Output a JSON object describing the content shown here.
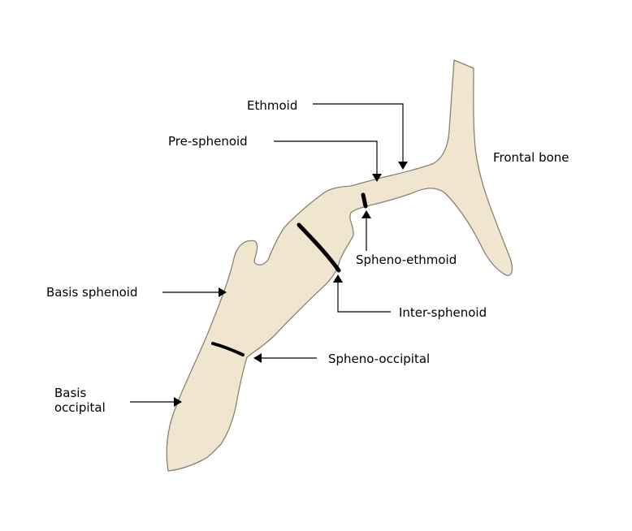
{
  "labels": {
    "ethmoid": "Ethmoid",
    "pre_sphenoid": "Pre-sphenoid",
    "frontal_bone": "Frontal bone",
    "spheno_ethmoid": "Spheno-ethmoid",
    "basis_sphenoid": "Basis sphenoid",
    "inter_sphenoid": "Inter-sphenoid",
    "spheno_occipital": "Spheno-occipital",
    "basis_occipital_line1": "Basis",
    "basis_occipital_line2": "occipital"
  },
  "colors": {
    "bone_fill": "#f0e6d0",
    "bone_outline": "#8a8172",
    "suture": "#000000",
    "text": "#000000"
  }
}
